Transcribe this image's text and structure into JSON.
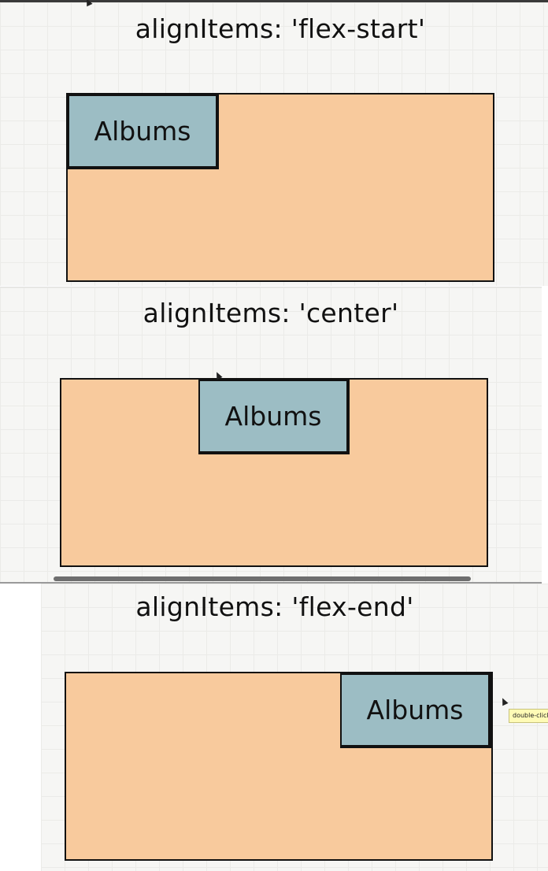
{
  "panels": [
    {
      "title": "alignItems: 'flex-start'",
      "item_label": "Albums"
    },
    {
      "title": "alignItems: 'center'",
      "item_label": "Albums"
    },
    {
      "title": "alignItems: 'flex-end'",
      "item_label": "Albums"
    }
  ],
  "tooltip": "double-click to",
  "colors": {
    "container_fill": "#f8ca9d",
    "item_fill": "#9cbdc4",
    "outline": "#111111",
    "background": "#f6f6f4"
  }
}
